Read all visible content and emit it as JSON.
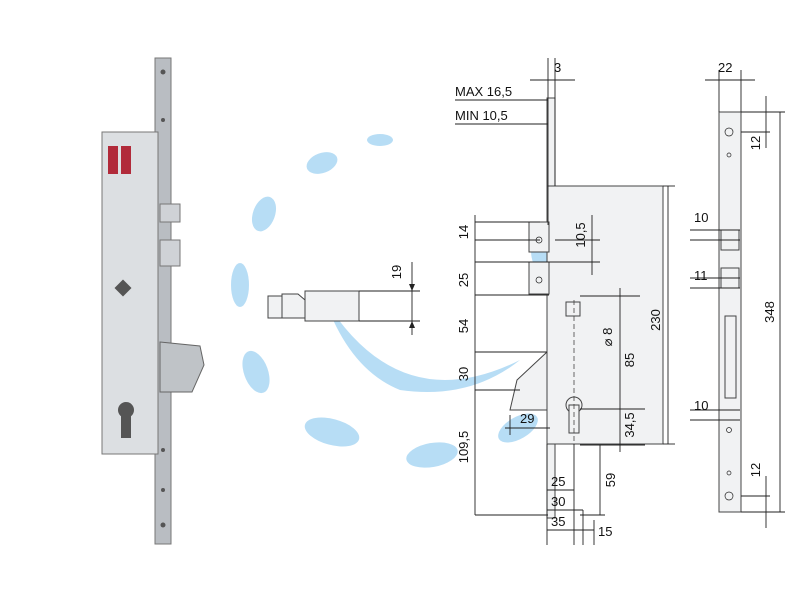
{
  "dimensions": {
    "max": "MAX 16,5",
    "min": "MIN 10,5",
    "d3": "3",
    "d22": "22",
    "d14": "14",
    "d10_5": "10,5",
    "d25_left": "25",
    "d54": "54",
    "d30_left": "30",
    "d109_5": "109,5",
    "d29": "29",
    "d8": "⌀ 8",
    "d85": "85",
    "d34_5": "34,5",
    "d230": "230",
    "d59": "59",
    "d25_bottom": "25",
    "d30_bottom": "30",
    "d35": "35",
    "d15": "15",
    "d19": "19",
    "d12_top": "12",
    "d10_a": "10",
    "d11": "11",
    "d10_b": "10",
    "d348": "348",
    "d12_bottom": "12"
  },
  "colors": {
    "metal": "#dcdfe2",
    "metal_dark": "#b9bdc2",
    "red_window": "#b12a3a",
    "watermark": "#9fd2f2"
  }
}
